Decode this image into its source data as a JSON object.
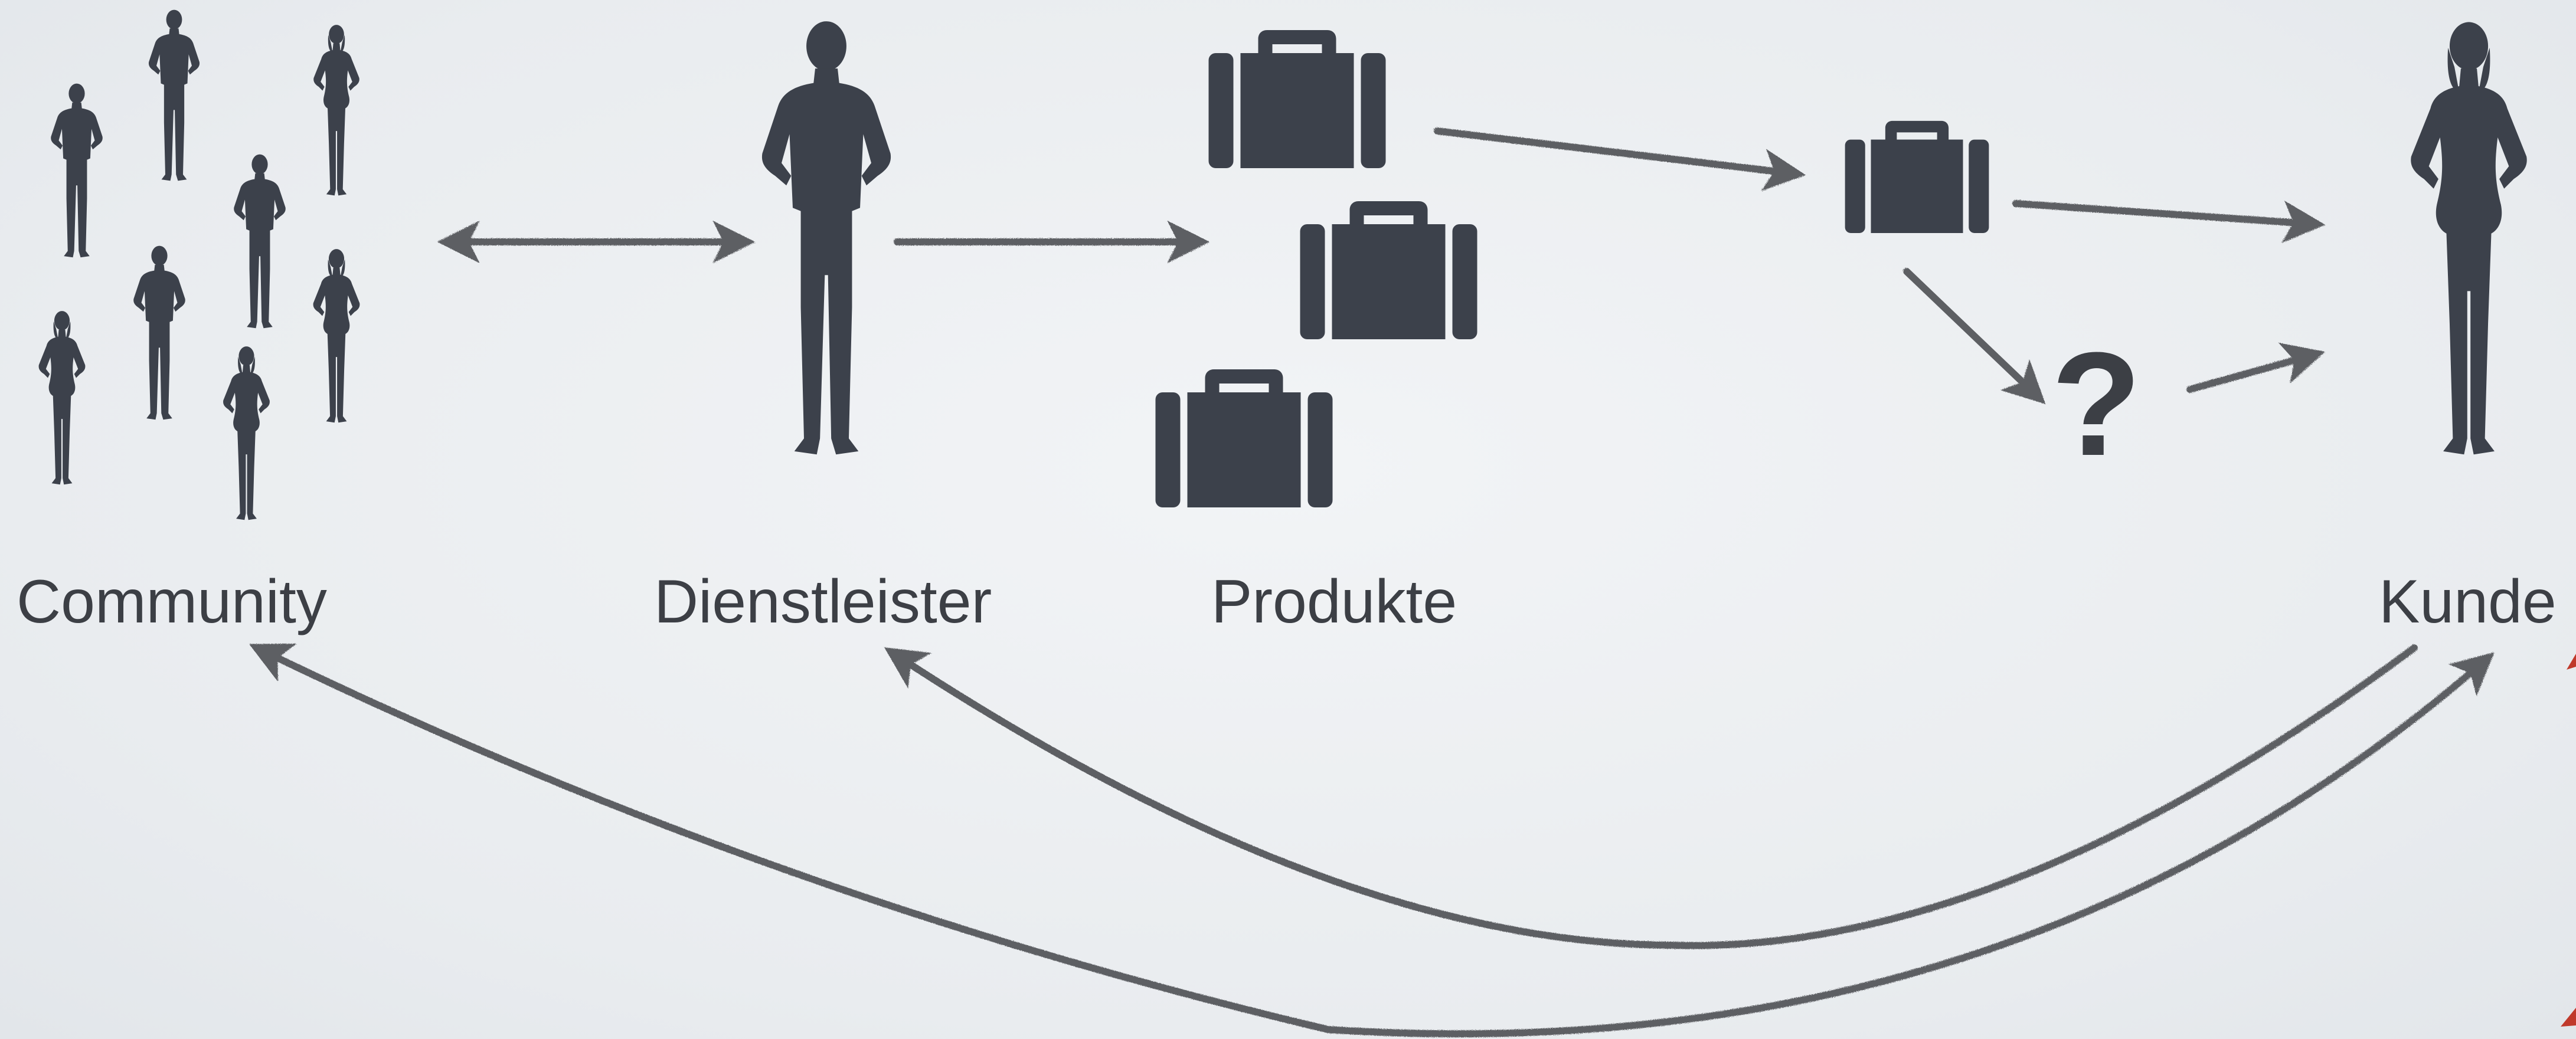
{
  "labels": {
    "community": "Community",
    "provider": "Dienstleister",
    "products": "Produkte",
    "customer": "Kunde"
  },
  "question_mark": "?",
  "colors": {
    "background": "#eceef1",
    "figure": "#3c414b",
    "arrow": "#5d5f63",
    "text": "#3c3f45",
    "accent_corner": "#c0392b"
  },
  "icons": [
    "person-male-icon",
    "person-female-icon",
    "suitcase-icon",
    "arrow-icon"
  ]
}
